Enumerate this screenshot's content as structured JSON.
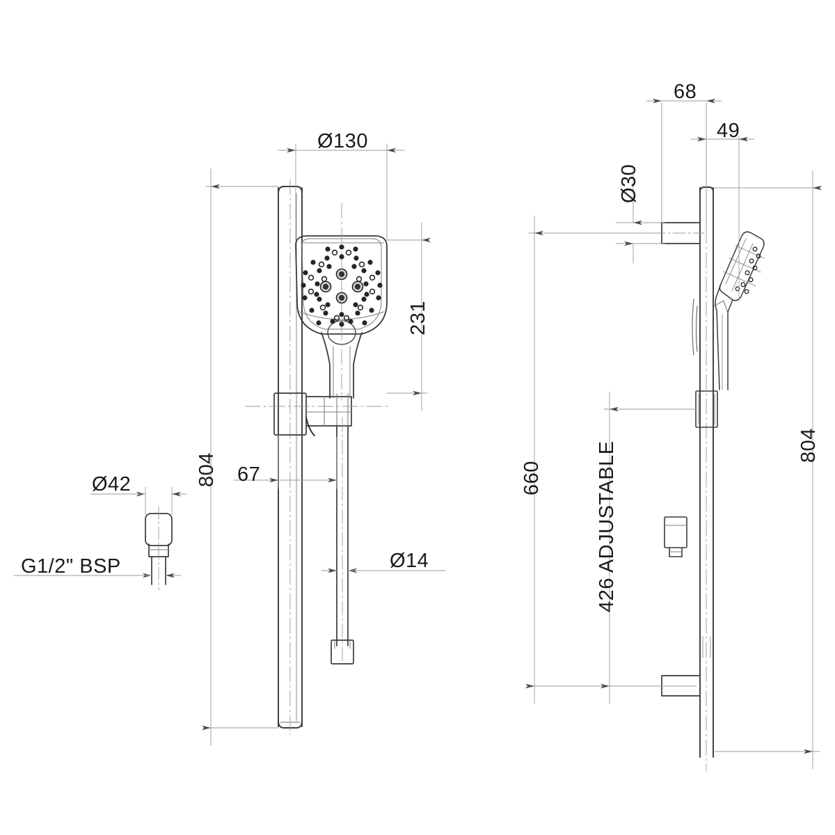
{
  "drawing": {
    "title": "Hand shower rail set technical drawing",
    "type": "mechanical-dimension-drawing",
    "units": "mm",
    "views": [
      {
        "name": "front-elevation",
        "description": "Shower rail with hand shower, slider bracket and hose"
      },
      {
        "name": "side-elevation",
        "description": "Side profile of rail with hand shower, wall brackets"
      },
      {
        "name": "outlet-detail",
        "description": "Wall water outlet elbow detail"
      }
    ]
  },
  "dimensions": {
    "head_diameter": "Ø130",
    "head_height": "231",
    "overall_height_front": "804",
    "bracket_offset": "67",
    "hose_diameter": "Ø14",
    "outlet_diameter": "Ø42",
    "outlet_thread": "G1/2\" BSP",
    "wall_projection": "68",
    "rail_projection": "49",
    "arm_diameter": "Ø30",
    "inlet_height": "660",
    "adjustable_range": "426 ADJUSTABLE",
    "overall_height_side": "804"
  },
  "colors": {
    "line": "#3a3a3a",
    "thin_line": "#8a8a8a",
    "dim_line": "#9a9a9a",
    "text": "#1a1a1a",
    "background": "#ffffff"
  }
}
